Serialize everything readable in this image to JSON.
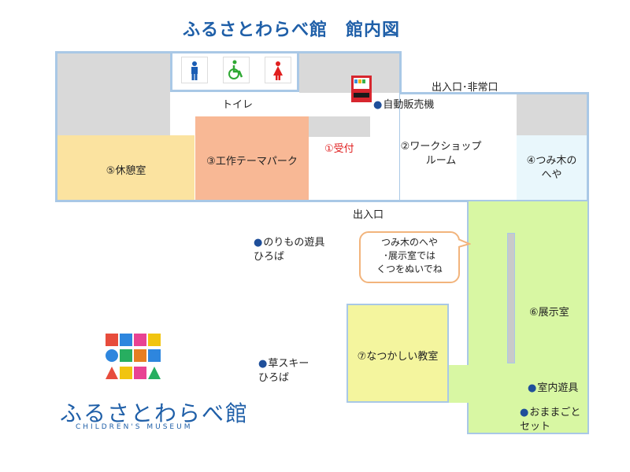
{
  "title": "ふるさとわらべ館　館内図",
  "labels": {
    "toilet": "トイレ",
    "vending": "自動販売機",
    "entrance_emergency": "出入口･非常口",
    "reception": "①受付",
    "workshop": "②ワークショップ\nルーム",
    "theme_park": "③工作テーマパーク",
    "tsumiki": "④つみ木の\nへや",
    "rest_room": "⑤休憩室",
    "exhibition": "⑥展示室",
    "classroom": "⑦なつかしい教室",
    "entrance": "出入口",
    "vehicle_area": "のりもの遊具\nひろば",
    "grass_ski": "草スキー\nひろば",
    "indoor_play": "室内遊具",
    "toy_set": "おままごと\nセット",
    "bubble": "つみ木のへや\n･展示室では\nくつをぬいでね"
  },
  "logo": {
    "name": "ふるさとわらべ館",
    "sub": "CHILDREN'S MUSEUM"
  },
  "icons": [
    "male-restroom-icon",
    "accessible-restroom-icon",
    "female-restroom-icon",
    "vending-machine-icon"
  ],
  "colors": {
    "title": "#1f5fa8",
    "rest_room": "#fbe3a0",
    "theme_park": "#f8b895",
    "tsumiki": "#e9f7fc",
    "exhibition": "#d8f7a3",
    "classroom": "#f4f59e",
    "wall": "#d9d9d9",
    "reception": "#e01f1f",
    "outline": "#a9c8e6"
  }
}
